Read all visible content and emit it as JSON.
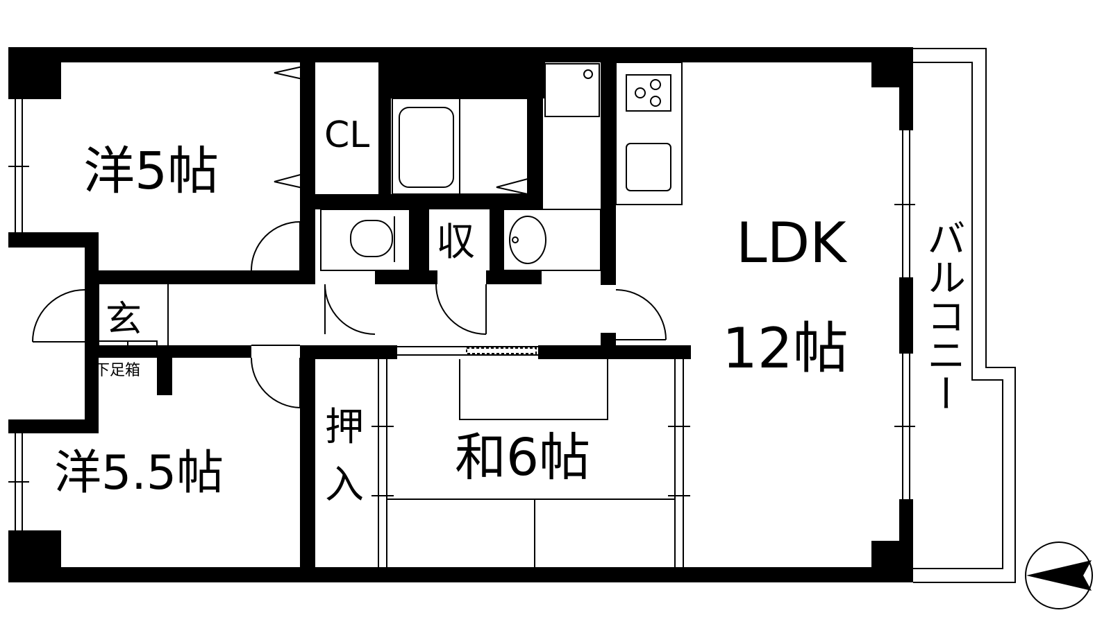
{
  "rooms": {
    "western_room_a": "洋5帖",
    "western_room_b": "洋5.5帖",
    "closet": "CL",
    "storage": "収",
    "entrance": "玄",
    "shoe_box": "下足箱",
    "oshiire_top": "押",
    "oshiire_bottom": "入",
    "japanese_room": "和6帖",
    "ldk_name": "LDK",
    "ldk_size": "12帖",
    "balcony": "バルコニー"
  },
  "colors": {
    "wall": "#000000",
    "background": "#ffffff",
    "line": "#000000"
  },
  "icons": [
    "compass-icon",
    "stove-icon",
    "sink-icon",
    "bathtub-icon",
    "toilet-icon",
    "washbasin-icon",
    "washer-pan-icon"
  ]
}
